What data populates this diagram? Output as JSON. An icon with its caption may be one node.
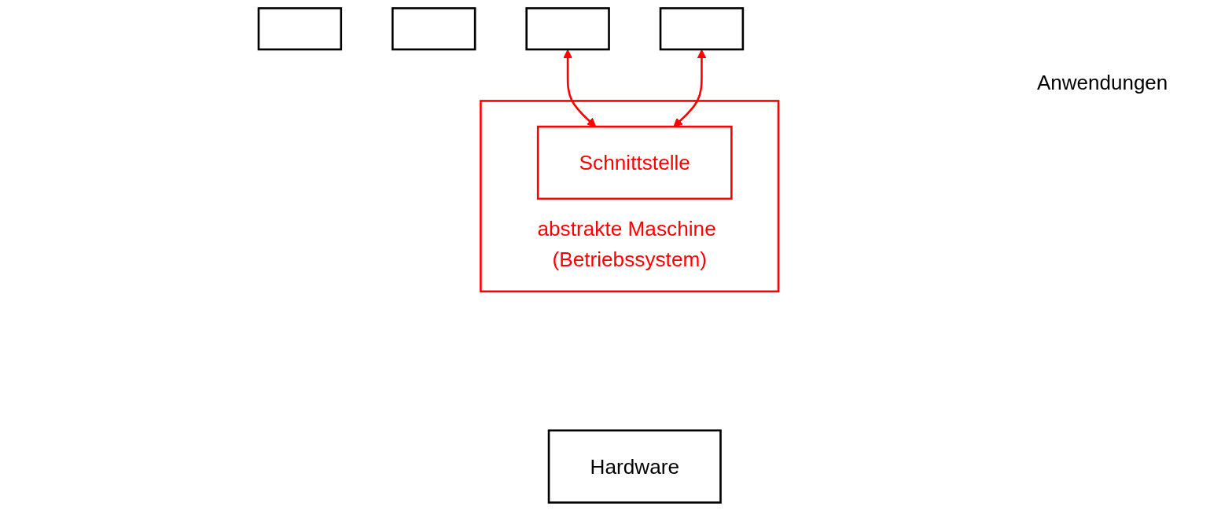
{
  "diagram": {
    "nodes": [
      {
        "text": [],
        "shape": "box"
      },
      {
        "text": [],
        "shape": "box"
      },
      {
        "text": [],
        "shape": "box"
      },
      {
        "text": [],
        "shape": "box"
      },
      {
        "text": [
          "abstrakte Maschine (Betriebssystem)"
        ]
      },
      {
        "text": [
          "Schnittstelle"
        ],
        "in": 4
      },
      {
        "text": [
          "Hardware"
        ]
      }
    ],
    "edges": [
      {
        "from": 2,
        "to": 5,
        "arrow": "both"
      },
      {
        "from": 3,
        "to": 5,
        "arrow": "both"
      }
    ],
    "labels": [
      "Anwendungen"
    ]
  }
}
